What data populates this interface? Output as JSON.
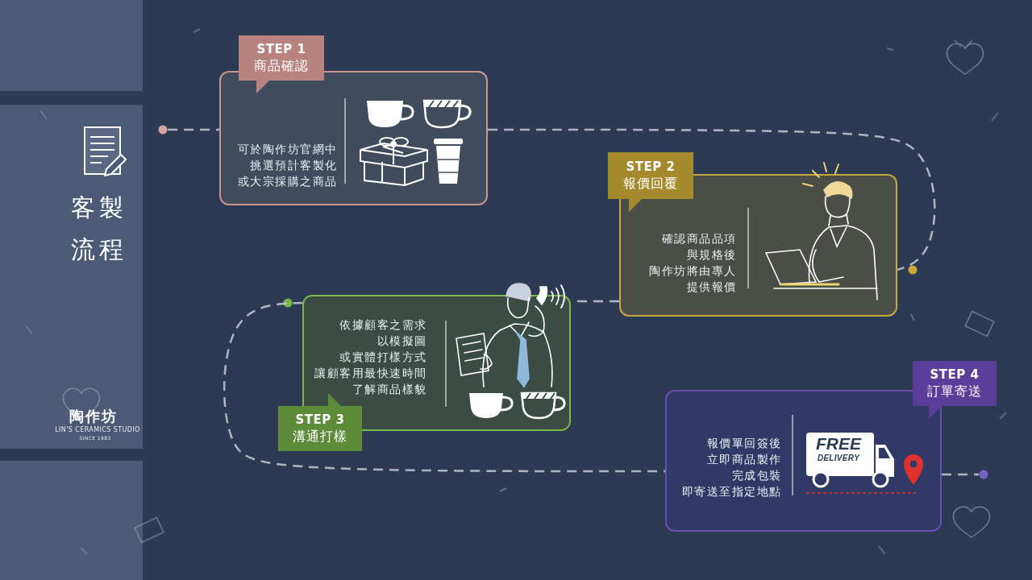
{
  "diagram": {
    "title": "客製 流程",
    "nodes": [
      {
        "text": [
          "STEP 1",
          "商品確認",
          "可於陶作坊官網中 挑選預計客製化 或大宗採購之商品"
        ]
      },
      {
        "text": [
          "STEP 2",
          "報價回覆",
          "確認商品品項 與規格後 陶作坊將由專人 提供報價"
        ]
      },
      {
        "text": [
          "STEP 3",
          "溝通打樣",
          "依據顧客之需求 以模擬圖 或實體打樣方式 讓顧客用最快速時間 了解商品樣貌"
        ]
      },
      {
        "text": [
          "STEP 4",
          "訂單寄送",
          "報價單回簽後 立即商品製作 完成包裝 即寄送至指定地點"
        ]
      }
    ],
    "edges": [
      {
        "from": 0,
        "to": 1,
        "arrow": "none"
      },
      {
        "from": 1,
        "to": 2,
        "arrow": "none"
      },
      {
        "from": 2,
        "to": 3,
        "arrow": "none"
      }
    ],
    "labels": [
      "陶作坊",
      "LIN'S CERAMICS STUDIO",
      "SINCE 1983",
      "FREE",
      "DELIVERY"
    ]
  }
}
